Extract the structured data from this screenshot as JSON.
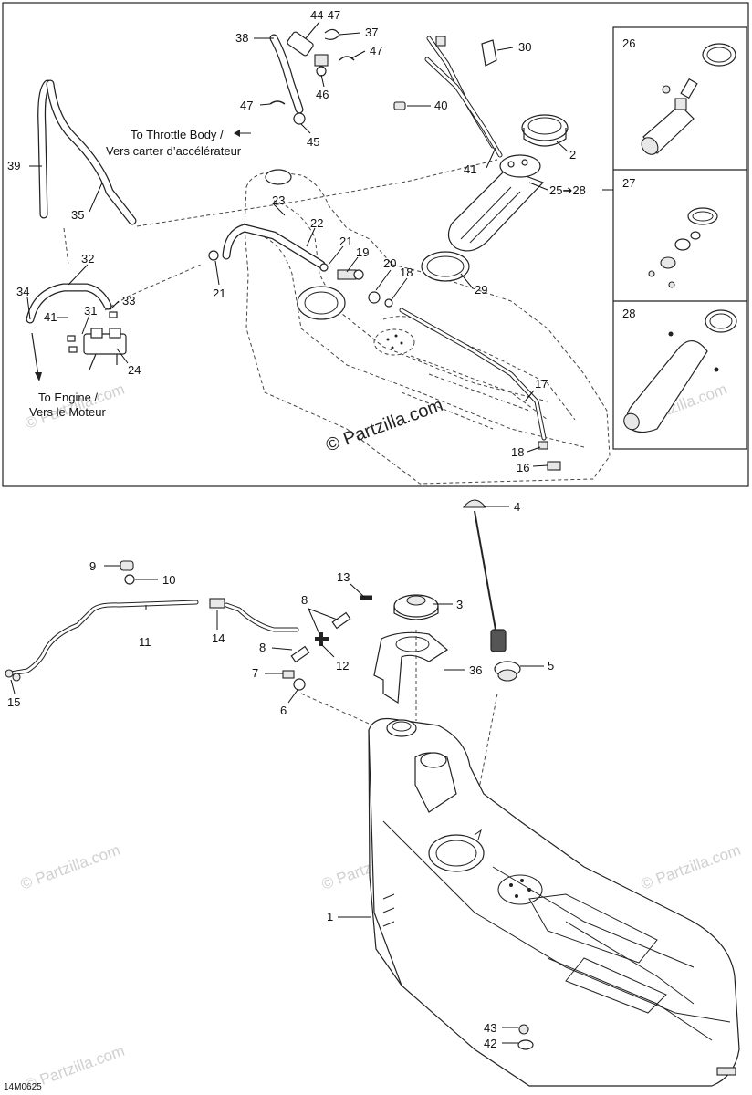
{
  "callouts": {
    "c44_47": "44-47",
    "c37": "37",
    "c38": "38",
    "c47a": "47",
    "c30": "30",
    "c47b": "47",
    "c46": "46",
    "c40": "40",
    "c45": "45",
    "c2": "2",
    "c41a": "41",
    "c25_28": "25➔28",
    "c39": "39",
    "c35": "35",
    "c23": "23",
    "c22": "22",
    "c21a": "21",
    "c19": "19",
    "c20": "20",
    "c18a": "18",
    "c29": "29",
    "c21b": "21",
    "c32": "32",
    "c34": "34",
    "c33": "33",
    "c41b": "41",
    "c31": "31",
    "c24": "24",
    "c17": "17",
    "c18b": "18",
    "c16": "16",
    "c26": "26",
    "c27": "27",
    "c28": "28",
    "c4": "4",
    "c9": "9",
    "c10": "10",
    "c13": "13",
    "c3": "3",
    "c8a": "8",
    "c11": "11",
    "c14": "14",
    "c8b": "8",
    "c12": "12",
    "c36": "36",
    "c5": "5",
    "c7": "7",
    "c6": "6",
    "c15": "15",
    "c1": "1",
    "c43": "43",
    "c42": "42"
  },
  "notes": {
    "throttle_line1": "To Throttle Body /",
    "throttle_line2": "Vers carter d’accélérateur",
    "engine_line1": "To Engine /",
    "engine_line2": "Vers le Moteur"
  },
  "watermark": {
    "center": "© Partzilla.com",
    "faint": "© Partzilla.com"
  },
  "diagram_code": "14M0625"
}
